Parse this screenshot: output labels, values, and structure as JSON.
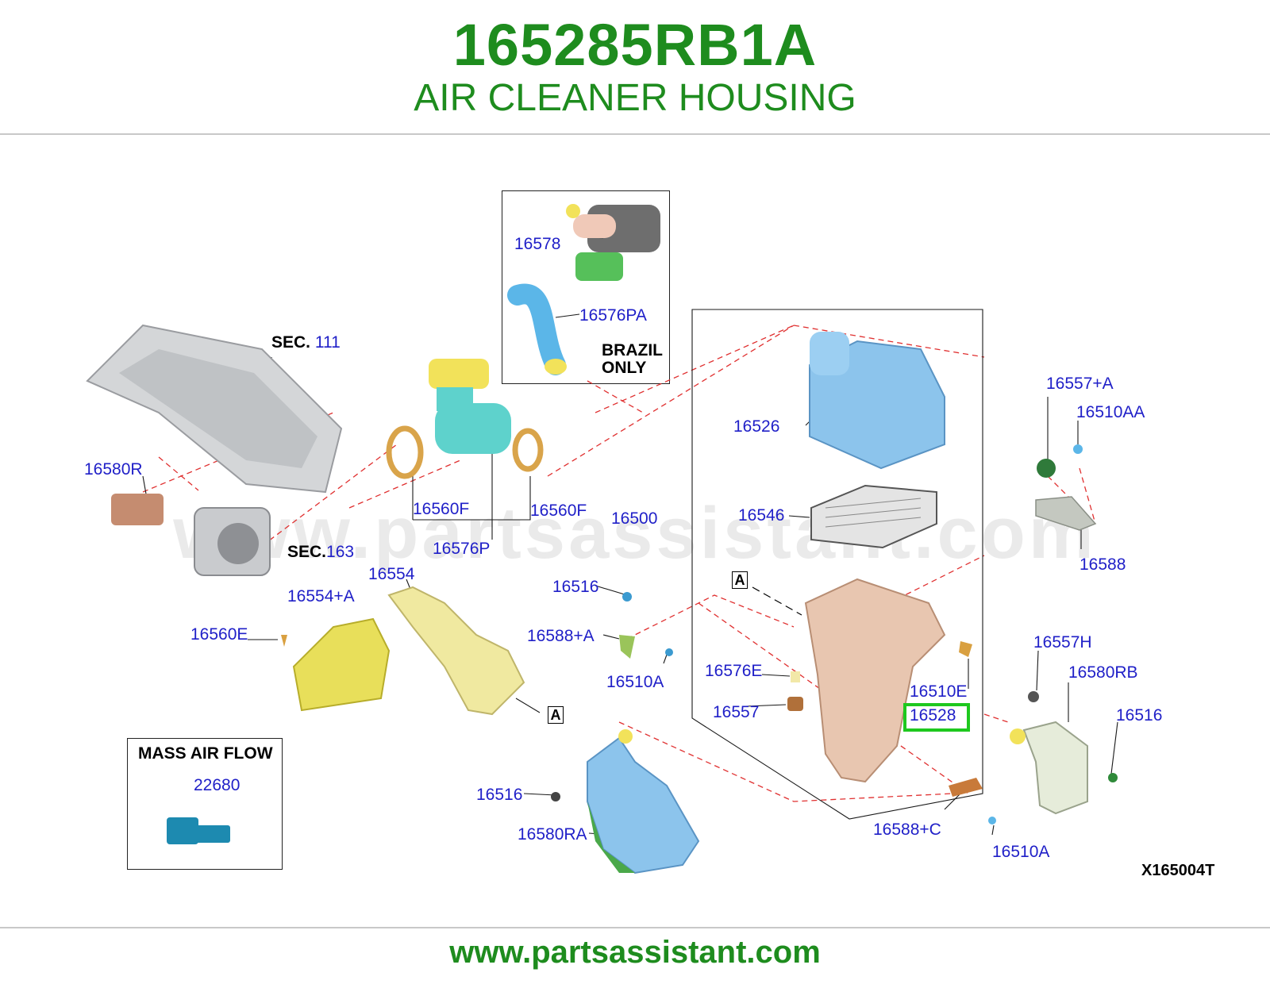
{
  "header": {
    "part_number": "165285RB1A",
    "title": "AIR CLEANER HOUSING"
  },
  "footer": {
    "url": "www.partsassistant.com"
  },
  "watermark": "www.partsassistant.com",
  "diagram_code": "X165004T",
  "callouts": {
    "p16578": "16578",
    "p16576PA": "16576PA",
    "p16526": "16526",
    "p16546": "16546",
    "p16500": "16500",
    "p16580R": "16580R",
    "p16560F_left": "16560F",
    "p16560F_right": "16560F",
    "p16576P": "16576P",
    "p16554": "16554",
    "p16554A": "16554+A",
    "p16560E": "16560E",
    "p16516_mid": "16516",
    "p16588A": "16588+A",
    "p16510A_mid": "16510A",
    "p16576E": "16576E",
    "p16557": "16557",
    "p16510E": "16510E",
    "p16528": "16528",
    "p16557A": "16557+A",
    "p16510AA": "16510AA",
    "p16588": "16588",
    "p16557H": "16557H",
    "p16580RB": "16580RB",
    "p16516_right": "16516",
    "p16516_bottom": "16516",
    "p16580RA": "16580RA",
    "p16588C": "16588+C",
    "p16510A_bottom": "16510A",
    "p22680": "22680"
  },
  "sections": {
    "sec111": {
      "key": "SEC.",
      "value": "111"
    },
    "sec163": {
      "key": "SEC.",
      "value": "163"
    }
  },
  "notes": {
    "brazil_line1": "BRAZIL",
    "brazil_line2": "ONLY",
    "maf_title": "MASS AIR FLOW"
  },
  "markers": {
    "a1": "A",
    "a2": "A"
  },
  "colors": {
    "brand_green": "#1e8c1e",
    "callout_blue": "#2020c8",
    "highlight_green": "#1ec81e",
    "leader_red": "#e03030"
  }
}
